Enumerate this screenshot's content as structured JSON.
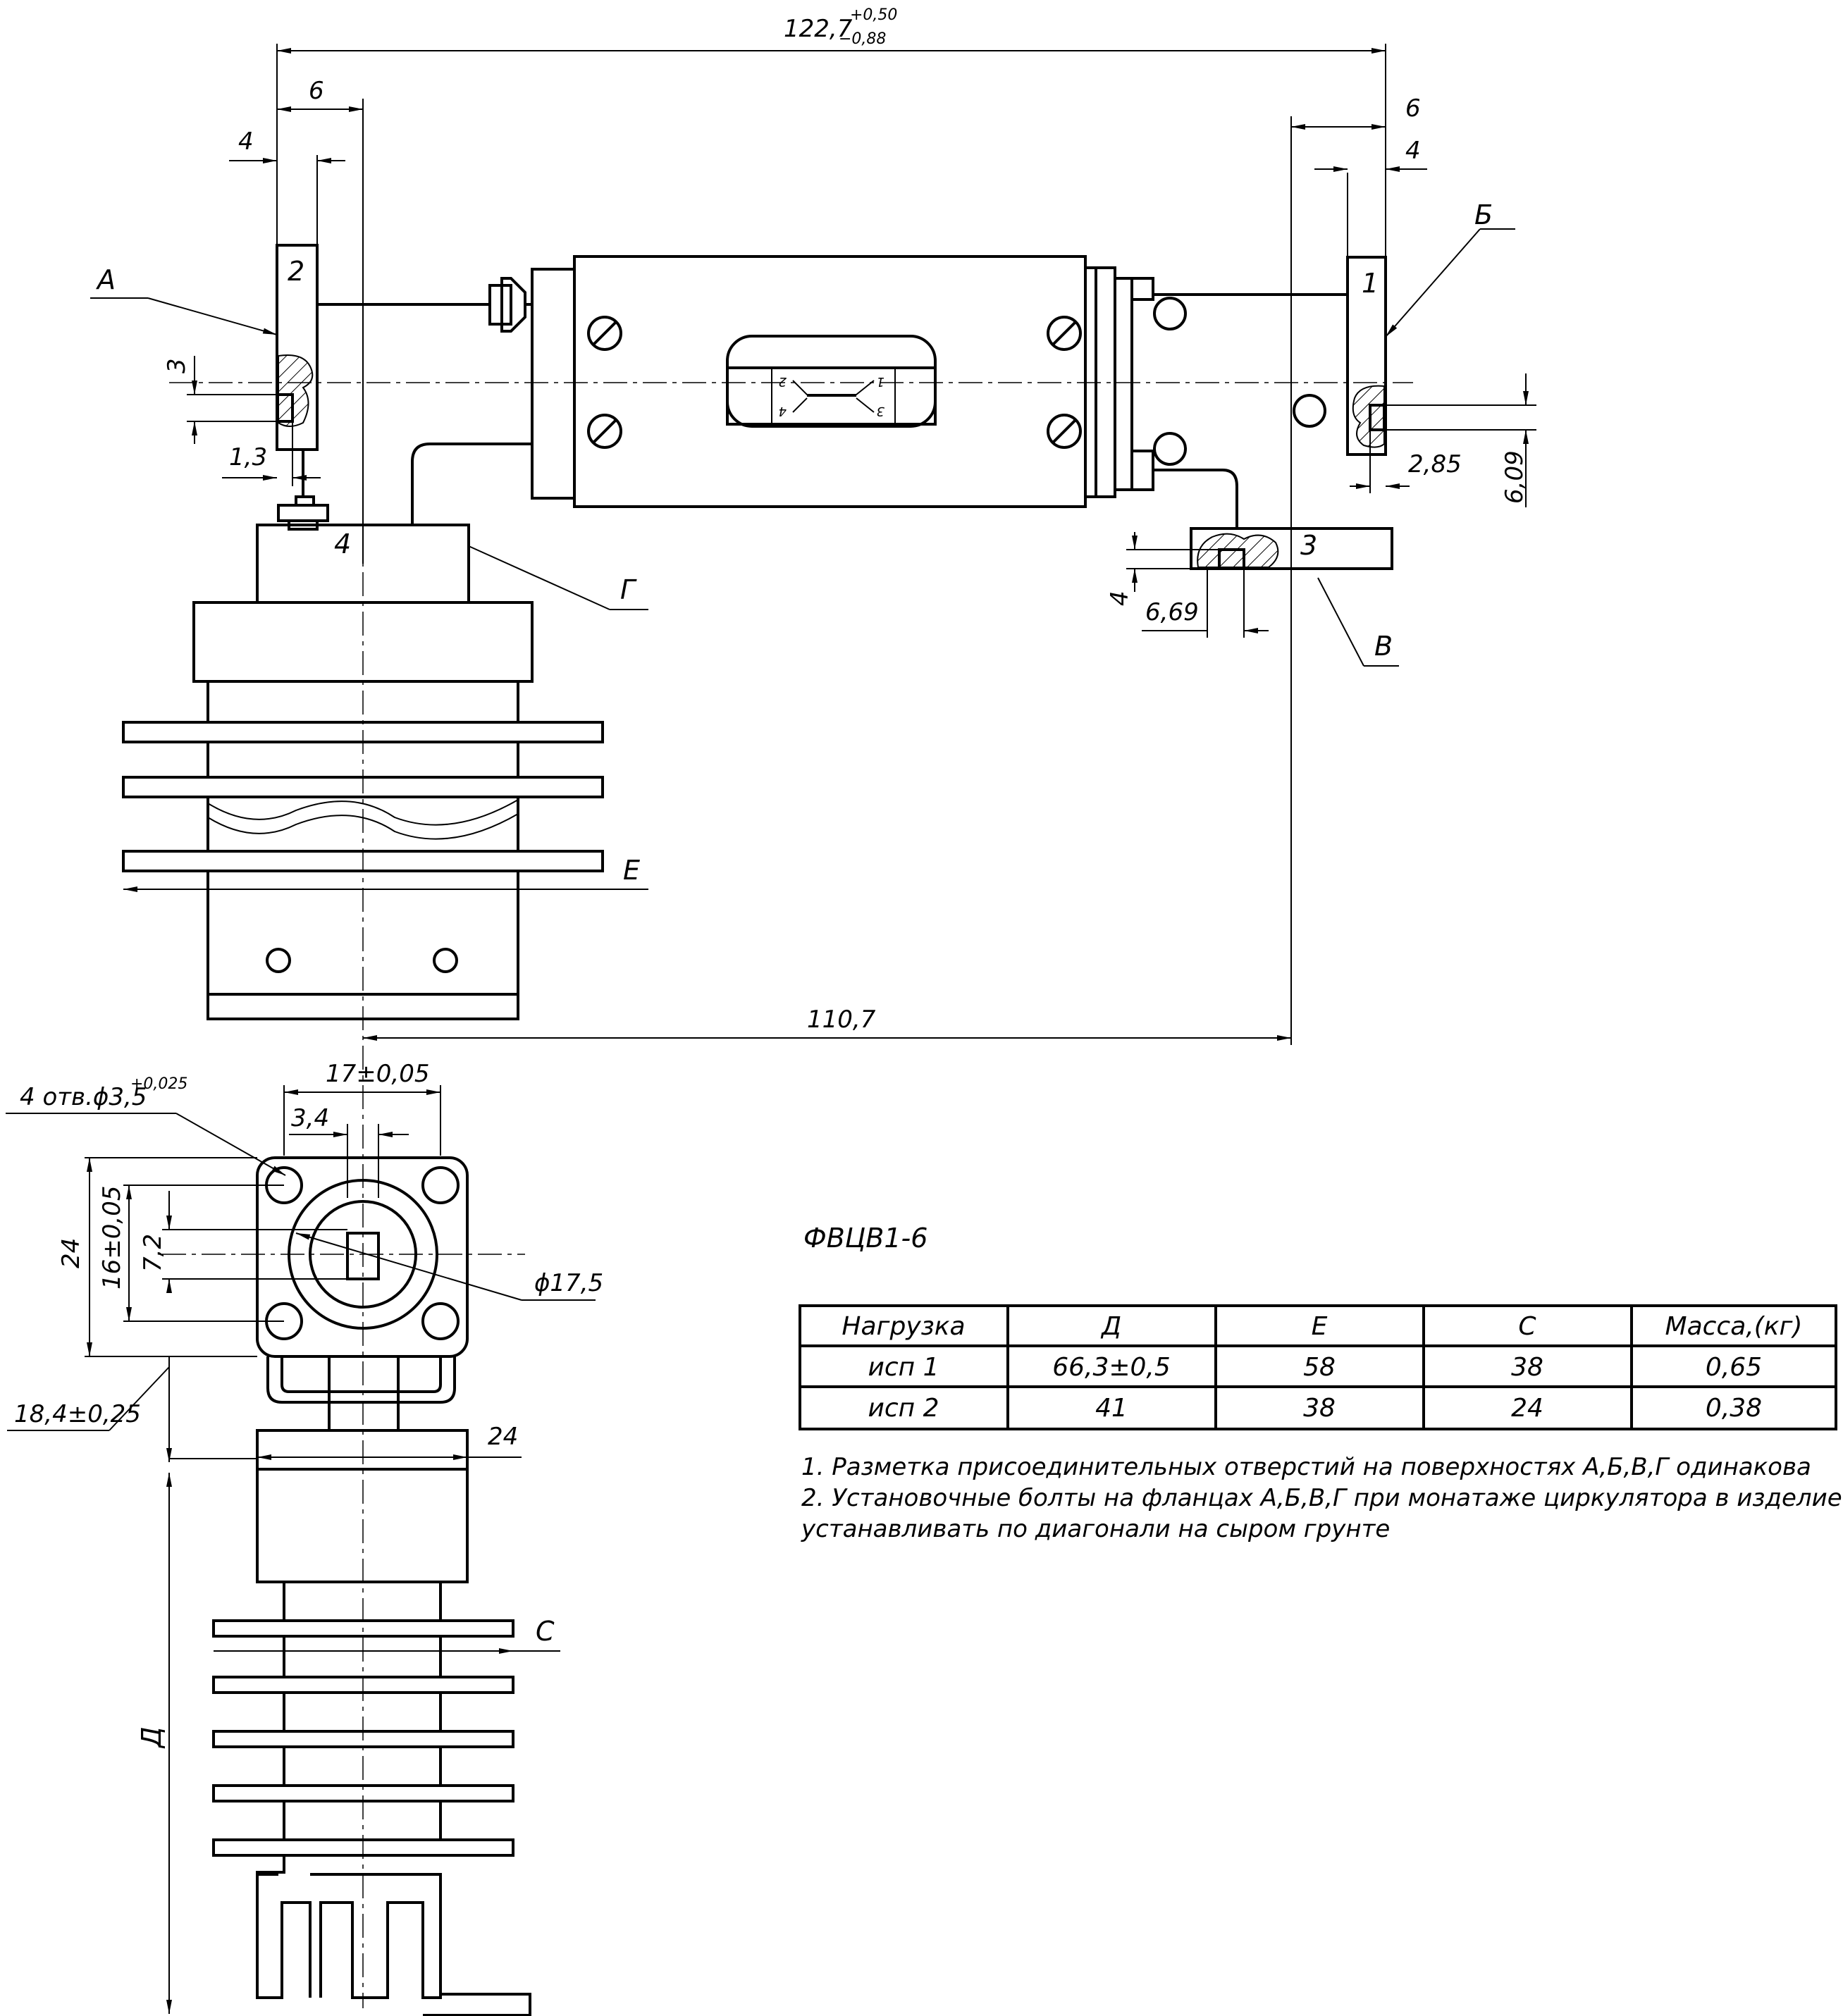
{
  "drawing": {
    "model": "ФВЦВ1-6",
    "views": {
      "top": {
        "overall_width": {
          "value": "122,7",
          "tol_upper": "+0,50",
          "tol_lower": "−0,88"
        },
        "left_flange": {
          "dim_outer": "6",
          "dim_inner": "4",
          "dim_vertical": "3",
          "dim_bottom": "1,3"
        },
        "right_flange": {
          "dim_outer": "6",
          "dim_inner": "4",
          "dim_right": "2,85",
          "dim_vertical": "6,09"
        },
        "bottom_flange": {
          "dim_vertical": "4",
          "dim_horizontal": "6,69"
        },
        "port_numbers": [
          "1",
          "2",
          "3",
          "4"
        ],
        "surface_labels": {
          "A": "А",
          "B": "Б",
          "V": "В",
          "G": "Г",
          "E": "Е"
        },
        "center_distance": "110,7",
        "symbol_ports": [
          "1",
          "2",
          "3",
          "4"
        ]
      },
      "side": {
        "holes_note": "4 отв.ϕ3,5",
        "holes_tol": "+0,025",
        "dim_17": "17±0,05",
        "dim_3_4": "3,4",
        "dim_24_v": "24",
        "dim_16": "16±0,05",
        "dim_7_2": "7,2",
        "dim_d17_5": "ϕ17,5",
        "dim_18_4": "18,4±0,25",
        "dim_24_h": "24",
        "label_C": "С",
        "label_D": "Д"
      }
    }
  },
  "table": {
    "headers": [
      "Нагрузка",
      "Д",
      "Е",
      "С",
      "Масса,(кг)"
    ],
    "rows": [
      [
        "исп 1",
        "66,3±0,5",
        "58",
        "38",
        "0,65"
      ],
      [
        "исп 2",
        "41",
        "38",
        "24",
        "0,38"
      ]
    ]
  },
  "notes": [
    "1. Разметка присоединительных отверстий на поверхностях А,Б,В,Г одинакова",
    "2. Установочные болты на фланцах А,Б,В,Г при монатаже циркулятора в изделие",
    "устанавливать по диагонали на сыром грунте"
  ]
}
